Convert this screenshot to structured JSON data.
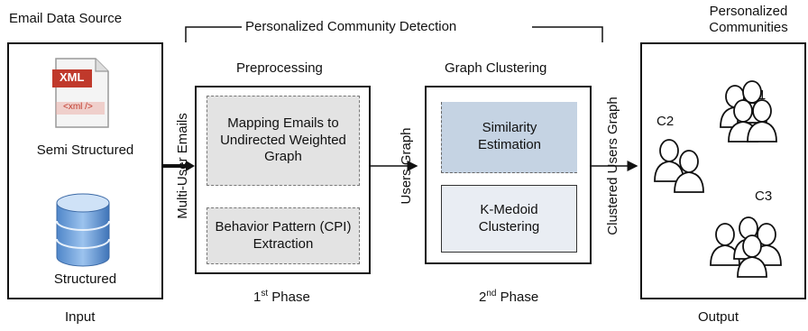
{
  "title_source": "Email Data Source",
  "title_pcd": "Personalized Community Detection",
  "title_communities": "Personalized Communities",
  "input": {
    "semi_label": "Semi Structured",
    "structured_label": "Structured",
    "xml_badge": "XML",
    "xml_tag": "<xml />",
    "footer": "Input"
  },
  "edge_labels": {
    "multi_user": "Multi-User Emails",
    "users_graph": "Users Graph",
    "clustered": "Clustered Users Graph"
  },
  "preprocessing": {
    "title": "Preprocessing",
    "mapping": "Mapping Emails to Undirected Weighted Graph",
    "behavior": "Behavior Pattern (CPI) Extraction",
    "phase_prefix": "1",
    "phase_sup": "st",
    "phase_suffix": " Phase"
  },
  "clustering": {
    "title": "Graph Clustering",
    "similarity": "Similarity Estimation",
    "kmedoid": "K-Medoid Clustering",
    "phase_prefix": "2",
    "phase_sup": "nd",
    "phase_suffix": " Phase"
  },
  "output": {
    "c1": "C1",
    "c2": "C2",
    "c3": "C3",
    "footer": "Output"
  },
  "colors": {
    "xml_red": "#c0392b",
    "db_blue": "#6f9fd6",
    "similarity_fill": "#c5d3e3",
    "kmedoid_fill": "#e9edf3",
    "process_fill": "#e3e3e3"
  }
}
